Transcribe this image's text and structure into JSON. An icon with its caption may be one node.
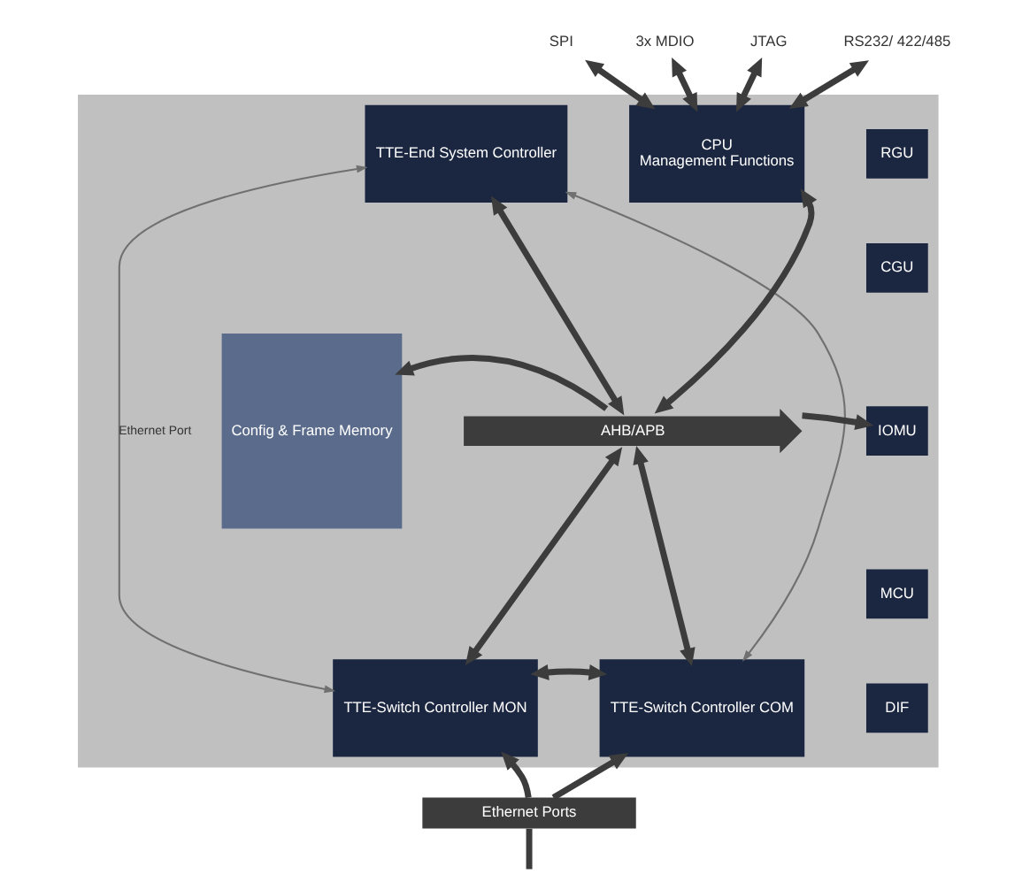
{
  "diagram": {
    "nodes": [
      {
        "text": [],
        "shape": "box"
      },
      {
        "text": [
          "Config & Frame Memory"
        ],
        "in": 0
      },
      {
        "text": [
          "TTE-End System Controller"
        ],
        "in": 0
      },
      {
        "text": [
          "CPU",
          "Management Functions"
        ],
        "in": 0
      },
      {
        "text": [
          "AHB/APB"
        ],
        "in": 0
      },
      {
        "text": [
          "TTE-Switch Controller MON"
        ],
        "in": 0
      },
      {
        "text": [
          "TTE-Switch Controller COM"
        ],
        "in": 0
      },
      {
        "text": [
          "RGU"
        ],
        "in": 0
      },
      {
        "text": [
          "CGU"
        ],
        "in": 0
      },
      {
        "text": [
          "IOMU"
        ],
        "in": 0
      },
      {
        "text": [
          "MCU"
        ],
        "in": 0
      },
      {
        "text": [
          "DIF"
        ],
        "in": 0
      },
      {
        "text": [
          "Ethernet Ports"
        ]
      },
      {
        "text": [
          "SPI"
        ]
      },
      {
        "text": [
          "3x MDIO"
        ]
      },
      {
        "text": [
          "JTAG"
        ]
      },
      {
        "text": [
          "RS232/ 422/485"
        ]
      }
    ],
    "edges": [
      {
        "from": 13,
        "to": 3,
        "arrow": "both"
      },
      {
        "from": 14,
        "to": 3,
        "arrow": "both"
      },
      {
        "from": 15,
        "to": 3,
        "arrow": "both"
      },
      {
        "from": 16,
        "to": 3,
        "arrow": "both"
      },
      {
        "from": 2,
        "to": 4,
        "arrow": "both"
      },
      {
        "from": 3,
        "to": 4,
        "arrow": "both"
      },
      {
        "from": 4,
        "to": 1,
        "arrow": "to"
      },
      {
        "from": 4,
        "to": 9,
        "arrow": "to"
      },
      {
        "from": 4,
        "to": 5,
        "arrow": "both"
      },
      {
        "from": 4,
        "to": 6,
        "arrow": "both"
      },
      {
        "from": 2,
        "to": 5,
        "arrow": "both",
        "label": "Ethernet Port",
        "color": "#707070"
      },
      {
        "from": 2,
        "to": 6,
        "arrow": "both",
        "color": "#707070"
      },
      {
        "from": 5,
        "to": 6,
        "arrow": "both"
      },
      {
        "from": 12,
        "to": 5,
        "arrow": "to"
      },
      {
        "from": 12,
        "to": 6,
        "arrow": "to"
      },
      {
        "from": 12,
        "to": null,
        "arrow": "none"
      }
    ]
  }
}
